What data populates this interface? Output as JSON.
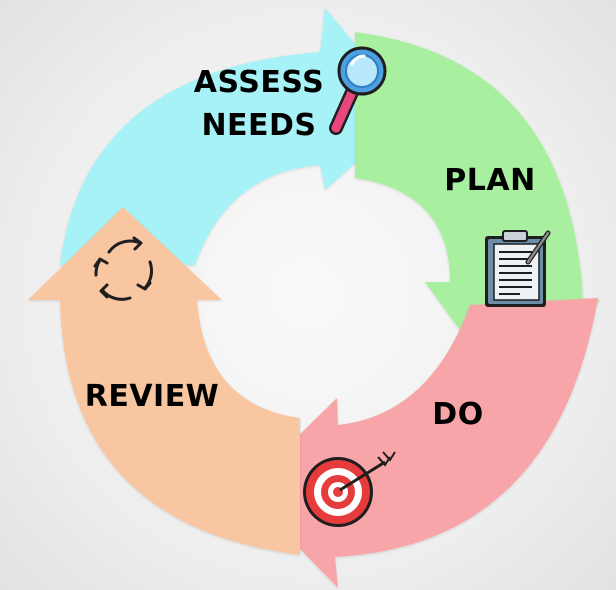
{
  "diagram": {
    "type": "cycle",
    "stages": [
      {
        "id": "assess",
        "lines": [
          "ASSESS",
          "NEEDS"
        ],
        "color": "#A6F2F7",
        "icon": "magnifying-glass-icon"
      },
      {
        "id": "plan",
        "lines": [
          "PLAN"
        ],
        "color": "#A8F0A0",
        "icon": "clipboard-icon"
      },
      {
        "id": "do",
        "lines": [
          "DO"
        ],
        "color": "#F7A5A8",
        "icon": "target-icon"
      },
      {
        "id": "review",
        "lines": [
          "REVIEW"
        ],
        "color": "#F9C6A2",
        "icon": "cycle-arrows-icon"
      }
    ]
  },
  "colors": {
    "background": "#EEEEEE",
    "text": "#000000",
    "icon_outline": "#1E1E1E",
    "target_red": "#E63B3B"
  }
}
